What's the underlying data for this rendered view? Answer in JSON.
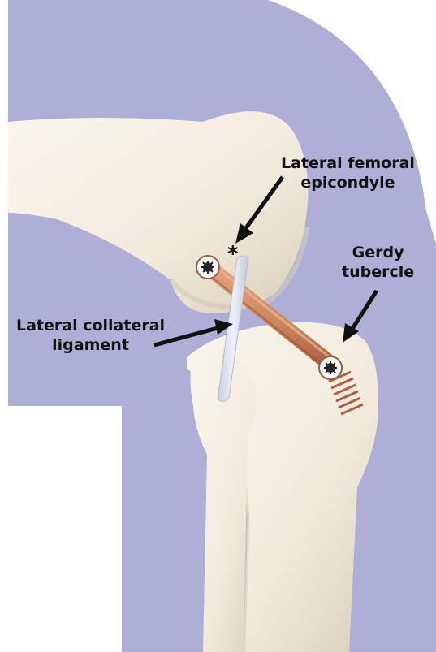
{
  "labels": {
    "lateral_femoral_epicondyle": [
      "Lateral femoral",
      "epicondyle"
    ],
    "gerdy_tubercle": [
      "Gerdy",
      "tubercle"
    ],
    "lateral_collateral_ligament": [
      "Lateral collateral",
      "ligament"
    ]
  },
  "marker": "*",
  "colors": {
    "background_silhouette": "#aeaed6",
    "bone": "#f3eee2",
    "bone_shadow": "#d9d2bf",
    "graft": "#cf8a63",
    "graft_dark": "#a85f3f",
    "ligament": "#dde2ef",
    "screw": "#ffffff",
    "arrow": "#111111"
  }
}
